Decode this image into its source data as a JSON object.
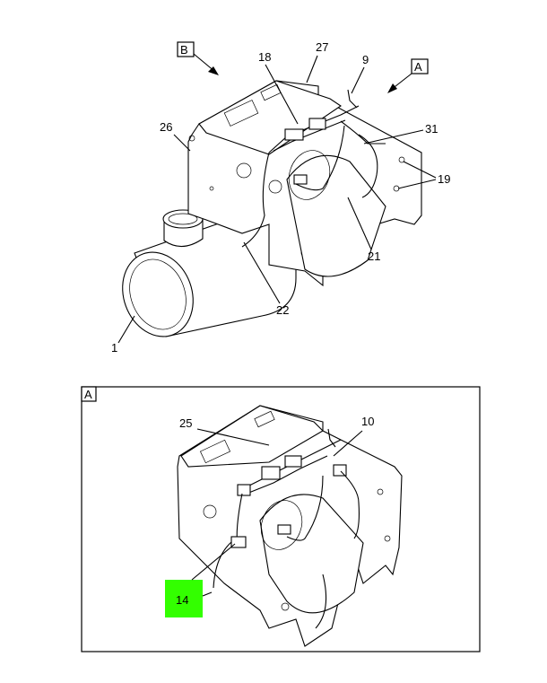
{
  "view_b_tag": "B",
  "view_a_tag": "A",
  "detail_title": "A",
  "callouts_top": {
    "c27": "27",
    "c18": "18",
    "c9": "9",
    "c26": "26",
    "c31": "31",
    "c19": "19",
    "c21": "21",
    "c22": "22",
    "c1": "1"
  },
  "callouts_detail": {
    "c25": "25",
    "c10": "10",
    "c14": "14"
  },
  "colors": {
    "highlight": "#33ff00",
    "line": "#000000",
    "background": "#ffffff"
  }
}
